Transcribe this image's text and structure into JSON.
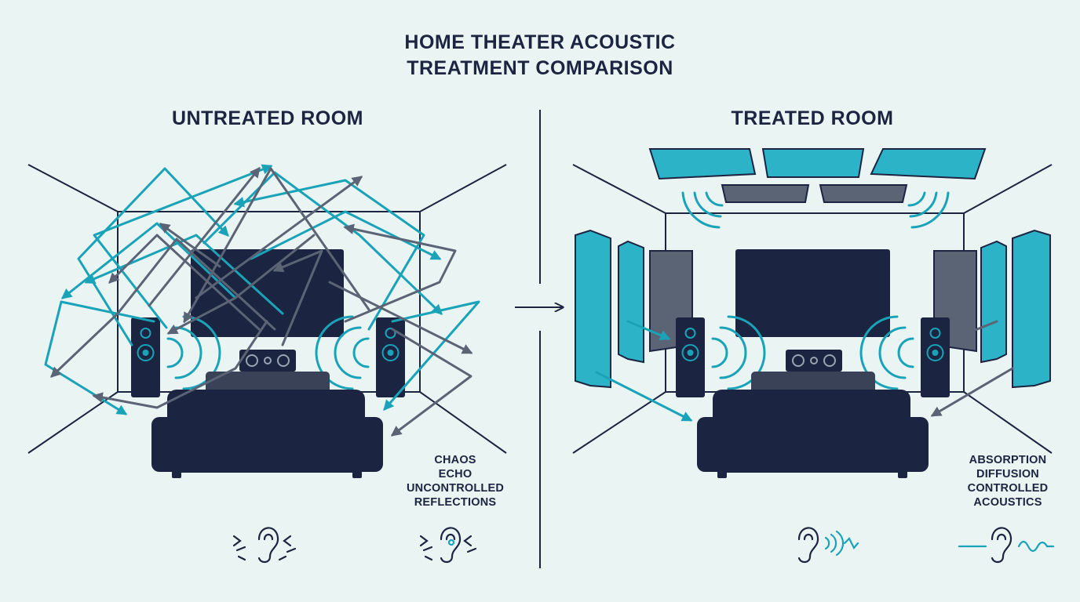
{
  "title": {
    "line1": "HOME THEATER ACOUSTIC",
    "line2": "TREATMENT COMPARISON"
  },
  "untreated": {
    "heading": "UNTREATED ROOM",
    "notes": [
      "CHAOS",
      "ECHO",
      "UNCONTROLLED",
      "REFLECTIONS"
    ]
  },
  "treated": {
    "heading": "TREATED ROOM",
    "notes": [
      "ABSORPTION",
      "DIFFUSION",
      "CONTROLLED",
      "ACOUSTICS"
    ]
  },
  "colors": {
    "background": "#e9f4f3",
    "ink": "#1b2440",
    "teal": "#1aa3b8",
    "gray": "#5b6475",
    "panel": "#2cb3c8"
  },
  "icons": [
    "ear-icon",
    "sound-wave-icon",
    "arrow-right-icon"
  ]
}
